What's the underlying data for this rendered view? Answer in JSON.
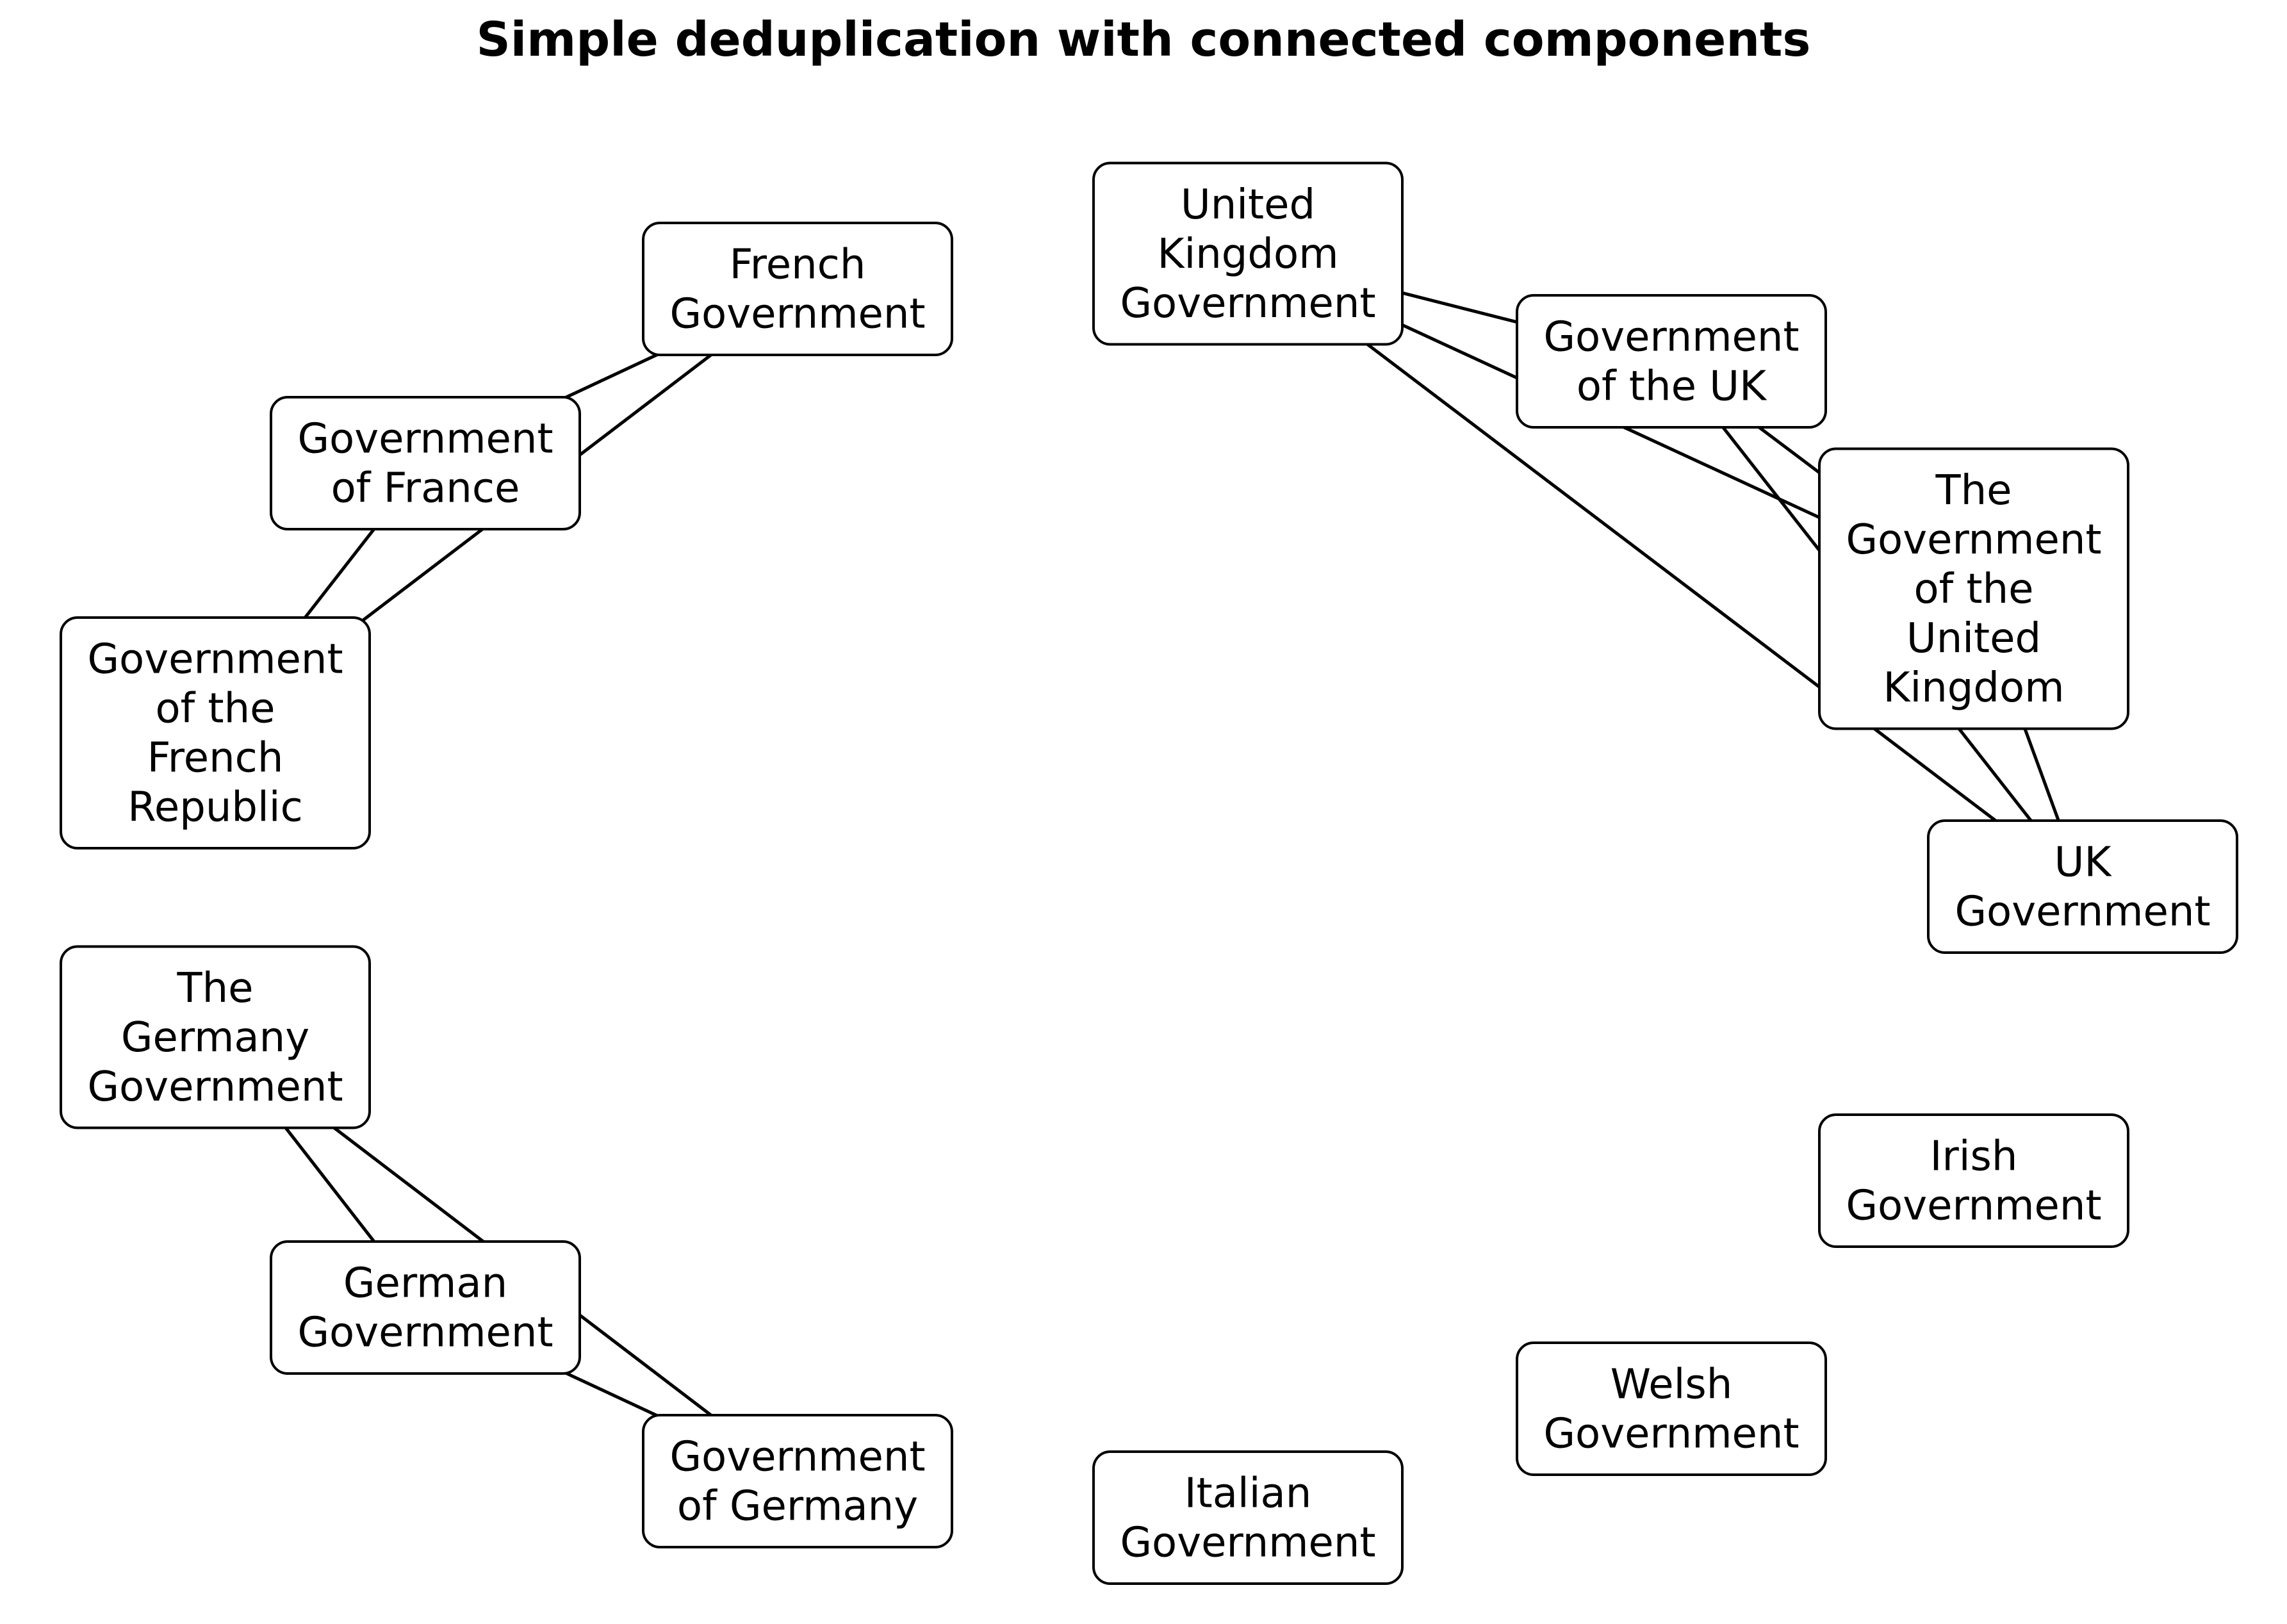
{
  "title": "Simple deduplication with connected components",
  "colors": {
    "background": "#ffffff",
    "stroke": "#000000",
    "text": "#000000"
  },
  "nodes": [
    {
      "id": "french-government",
      "lines": [
        "French",
        "Government"
      ]
    },
    {
      "id": "government-of-france",
      "lines": [
        "Government",
        "of France"
      ]
    },
    {
      "id": "government-of-the-french-republic",
      "lines": [
        "Government",
        "of the",
        "French",
        "Republic"
      ]
    },
    {
      "id": "the-germany-government",
      "lines": [
        "The",
        "Germany",
        "Government"
      ]
    },
    {
      "id": "german-government",
      "lines": [
        "German",
        "Government"
      ]
    },
    {
      "id": "government-of-germany",
      "lines": [
        "Government",
        "of Germany"
      ]
    },
    {
      "id": "italian-government",
      "lines": [
        "Italian",
        "Government"
      ]
    },
    {
      "id": "welsh-government",
      "lines": [
        "Welsh",
        "Government"
      ]
    },
    {
      "id": "irish-government",
      "lines": [
        "Irish",
        "Government"
      ]
    },
    {
      "id": "uk-government",
      "lines": [
        "UK",
        "Government"
      ]
    },
    {
      "id": "the-government-of-the-united-kingdom",
      "lines": [
        "The",
        "Government",
        "of the",
        "United",
        "Kingdom"
      ]
    },
    {
      "id": "government-of-the-uk",
      "lines": [
        "Government",
        "of the UK"
      ]
    },
    {
      "id": "united-kingdom-government",
      "lines": [
        "United",
        "Kingdom",
        "Government"
      ]
    }
  ],
  "edges": [
    {
      "source": "french-government",
      "target": "government-of-france"
    },
    {
      "source": "french-government",
      "target": "government-of-the-french-republic"
    },
    {
      "source": "government-of-france",
      "target": "government-of-the-french-republic"
    },
    {
      "source": "the-germany-government",
      "target": "german-government"
    },
    {
      "source": "the-germany-government",
      "target": "government-of-germany"
    },
    {
      "source": "german-government",
      "target": "government-of-germany"
    },
    {
      "source": "united-kingdom-government",
      "target": "government-of-the-uk"
    },
    {
      "source": "united-kingdom-government",
      "target": "the-government-of-the-united-kingdom"
    },
    {
      "source": "united-kingdom-government",
      "target": "uk-government"
    },
    {
      "source": "government-of-the-uk",
      "target": "the-government-of-the-united-kingdom"
    },
    {
      "source": "government-of-the-uk",
      "target": "uk-government"
    },
    {
      "source": "the-government-of-the-united-kingdom",
      "target": "uk-government"
    }
  ]
}
